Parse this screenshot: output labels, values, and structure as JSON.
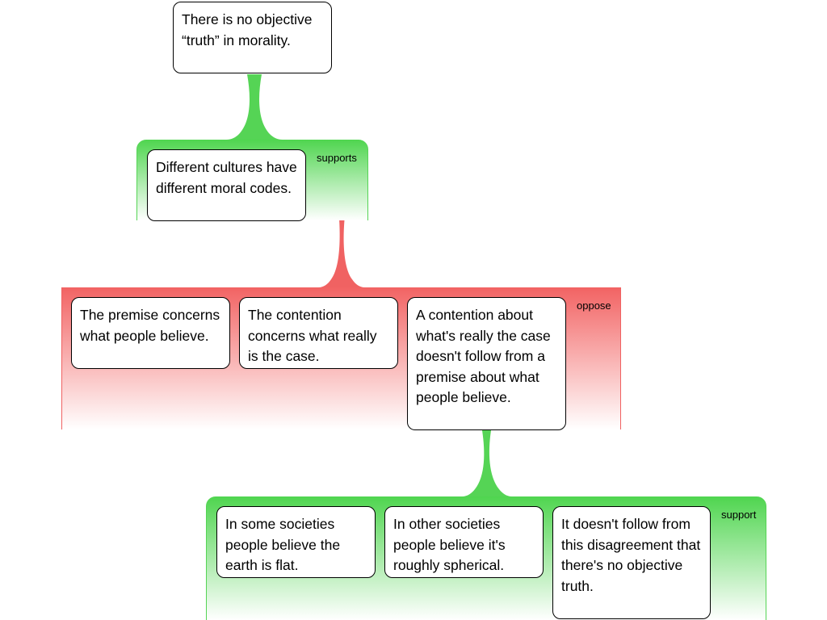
{
  "colors": {
    "support": "#4fd54f",
    "oppose": "#f26363",
    "node_border": "#000000",
    "node_background": "#ffffff"
  },
  "claim": "There is no objective “truth” in morality.",
  "supports_group": {
    "label": "supports",
    "reasons": [
      "Different cultures have different moral codes."
    ]
  },
  "oppose_group": {
    "label": "oppose",
    "objections": [
      "The premise concerns what people believe.",
      "The contention concerns what really is the case.",
      "A contention about what's really the case doesn't follow from a premise about what people believe."
    ]
  },
  "support_group": {
    "label": "support",
    "reasons": [
      "In some societies people believe the earth is flat.",
      "In other societies people believe it's roughly spherical.",
      "It doesn't follow from this disagreement that there's no objective truth."
    ]
  }
}
